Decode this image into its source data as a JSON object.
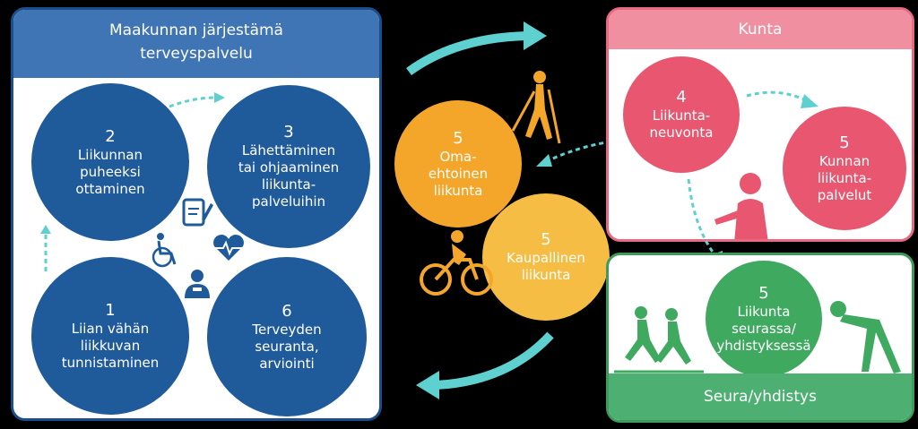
{
  "left_panel": {
    "title": "Maakunnan järjestämä\nterveyspalvelu",
    "circles": [
      {
        "num": "2",
        "label": "Liikunnan\npuheeksi\nottaminen"
      },
      {
        "num": "3",
        "label": "Lähettäminen\ntai ohjaaminen\nliikunta-\npalveluihin"
      },
      {
        "num": "1",
        "label": "Liian vähän\nliikkuvan\ntunnistaminen"
      },
      {
        "num": "6",
        "label": "Terveyden\nseuranta,\narviointi"
      }
    ]
  },
  "middle": {
    "circles": [
      {
        "num": "5",
        "label": "Oma-\nehtoinen\nliikunta"
      },
      {
        "num": "5",
        "label": "Kaupallinen\nliikunta"
      }
    ]
  },
  "kunta_panel": {
    "title": "Kunta",
    "circles": [
      {
        "num": "4",
        "label": "Liikunta-\nneuvonta"
      },
      {
        "num": "5",
        "label": "Kunnan\nliikunta-\npalvelut"
      }
    ]
  },
  "seura_panel": {
    "title": "Seura/yhdistys",
    "circles": [
      {
        "num": "5",
        "label": "Liikunta\nseurassa/\nyhdistyksessä"
      }
    ]
  },
  "colors": {
    "blue_circle": "#1f5a9a",
    "blue_header": "#3f74b5",
    "pink_circle": "#e9566f",
    "orange_circle": "#f4a62a",
    "green_circle": "#3fa960",
    "arrow": "#5fd0d0"
  },
  "icons": [
    "document-edit-icon",
    "wheelchair-icon",
    "heart-pulse-icon",
    "doctor-icon",
    "nordic-walker-icon",
    "cyclist-icon",
    "coach-silhouette-icon",
    "runners-icon",
    "stretching-figure-icon"
  ]
}
